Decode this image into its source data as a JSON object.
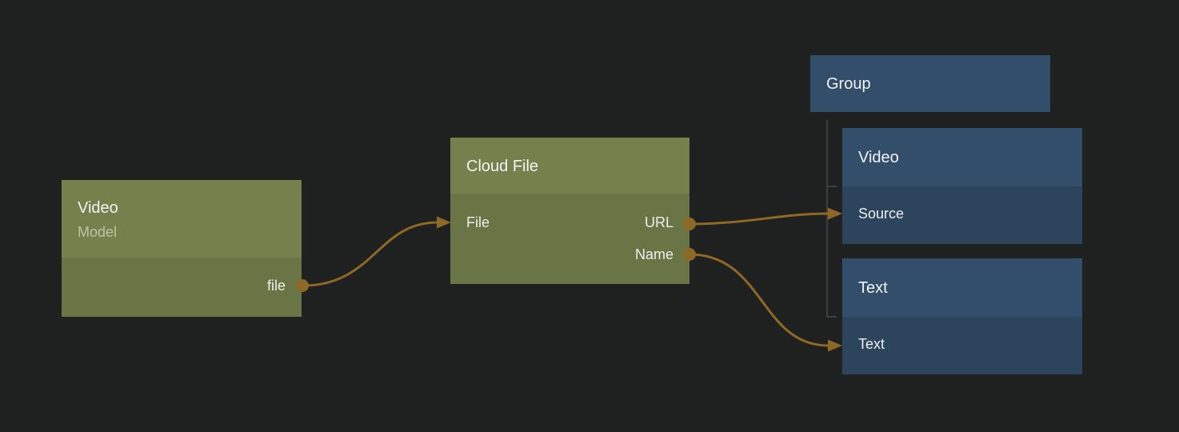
{
  "colors": {
    "background": "#1f2020",
    "green_node_header": "#75814d",
    "green_node_body": "#697544",
    "blue_node_header": "#324e6b",
    "blue_node_body": "#2d455c",
    "wire": "#8e6926",
    "tree_line": "#3d3f3f",
    "title_text": "#f2f2f2",
    "subtitle_text": "#bac0a6",
    "port_text": "#eeeeee"
  },
  "nodes": {
    "video_model": {
      "title": "Video",
      "subtitle": "Model",
      "output_file": "file"
    },
    "cloud_file": {
      "title": "Cloud File",
      "input_file": "File",
      "output_url": "URL",
      "output_name": "Name"
    },
    "group": {
      "title": "Group"
    },
    "group_video": {
      "title": "Video",
      "input_source": "Source"
    },
    "group_text": {
      "title": "Text",
      "input_text": "Text"
    }
  }
}
